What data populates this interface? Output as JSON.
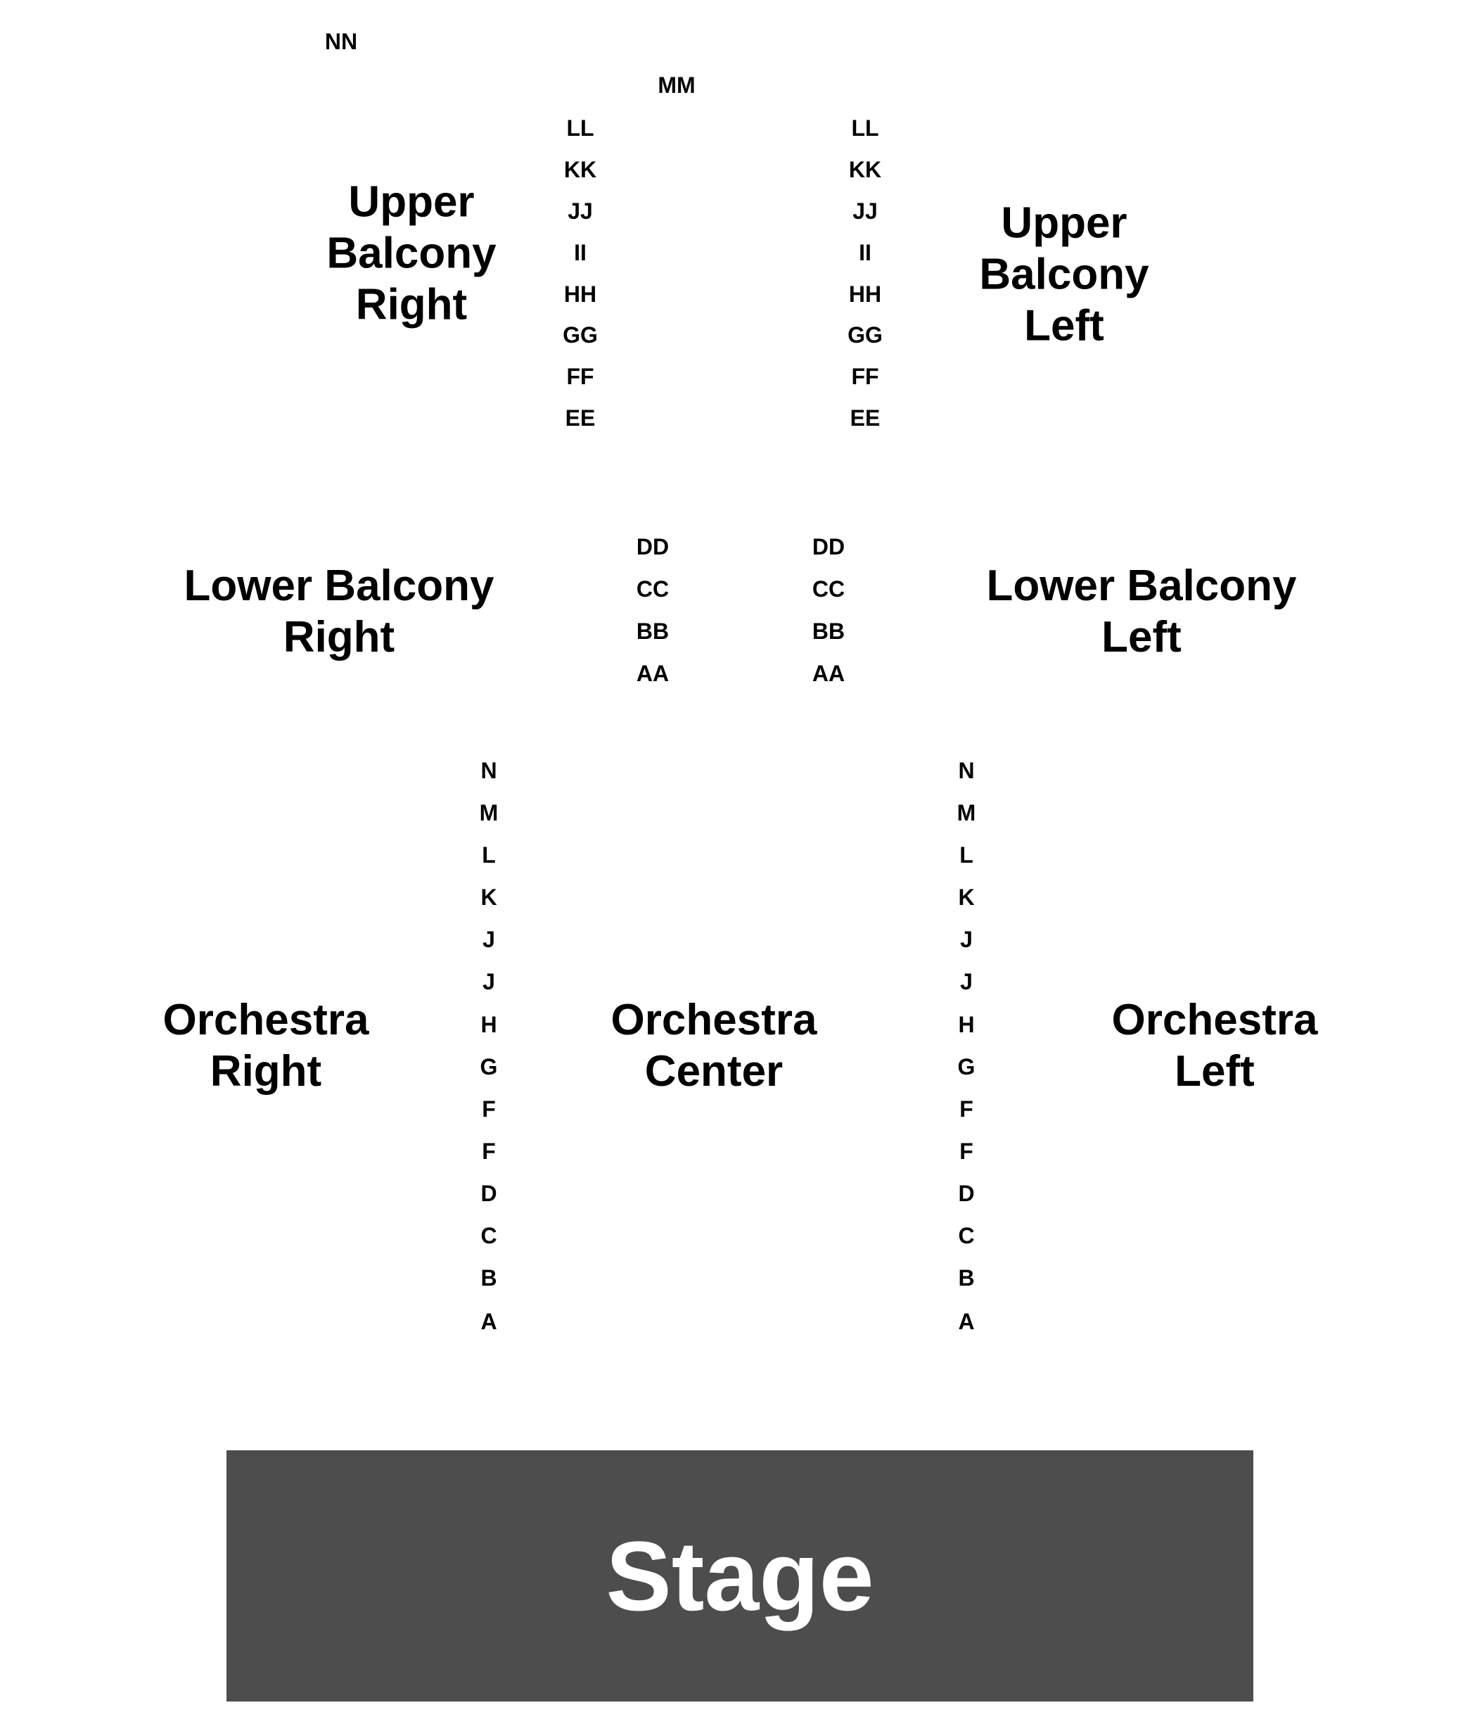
{
  "sections": {
    "upper_balcony_right": [
      "Upper",
      "Balcony",
      "Right"
    ],
    "upper_balcony_left": [
      "Upper",
      "Balcony",
      "Left"
    ],
    "lower_balcony_right": [
      "Lower Balcony",
      "Right"
    ],
    "lower_balcony_left": [
      "Lower Balcony",
      "Left"
    ],
    "orchestra_right": [
      "Orchestra",
      "Right"
    ],
    "orchestra_center": [
      "Orchestra",
      "Center"
    ],
    "orchestra_left": [
      "Orchestra",
      "Left"
    ]
  },
  "rows": {
    "upper_balcony_extra": [
      "NN",
      "MM"
    ],
    "upper_balcony_right": [
      "LL",
      "KK",
      "JJ",
      "II",
      "HH",
      "GG",
      "FF",
      "EE"
    ],
    "upper_balcony_left": [
      "LL",
      "KK",
      "JJ",
      "II",
      "HH",
      "GG",
      "FF",
      "EE"
    ],
    "lower_balcony_right": [
      "DD",
      "CC",
      "BB",
      "AA"
    ],
    "lower_balcony_left": [
      "DD",
      "CC",
      "BB",
      "AA"
    ],
    "orchestra_right": [
      "N",
      "M",
      "L",
      "K",
      "J",
      "J",
      "H",
      "G",
      "F",
      "F",
      "D",
      "C",
      "B",
      "A"
    ],
    "orchestra_left": [
      "N",
      "M",
      "L",
      "K",
      "J",
      "J",
      "H",
      "G",
      "F",
      "F",
      "D",
      "C",
      "B",
      "A"
    ]
  },
  "stage": {
    "label": "Stage",
    "color": "#4d4d4d",
    "text_color": "#ffffff"
  }
}
